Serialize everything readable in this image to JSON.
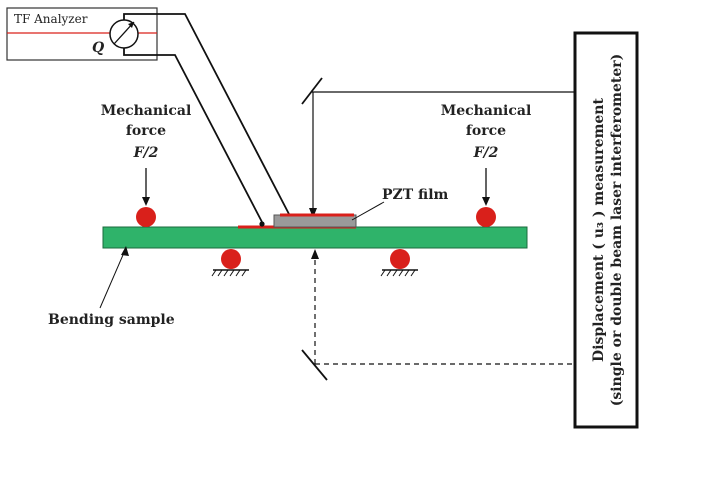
{
  "analyzer": {
    "label": "TF Analyzer",
    "charge_symbol": "Q"
  },
  "labels": {
    "force_left": [
      "Mechanical",
      "force",
      "F/2"
    ],
    "force_right": [
      "Mechanical",
      "force",
      "F/2"
    ],
    "pzt_film": "PZT film",
    "bending_sample": "Bending sample"
  },
  "measurement_box": {
    "line1": "Displacement ( u₃ ) measurement",
    "line2": "(single or double beam laser interferometer)"
  },
  "colors": {
    "substrate": "#2fb36a",
    "ball": "#d9201b",
    "film": "#9a9a9a",
    "electrode": "#d9201b",
    "wire": "#111111",
    "analyzer_line": "#d9201b"
  }
}
